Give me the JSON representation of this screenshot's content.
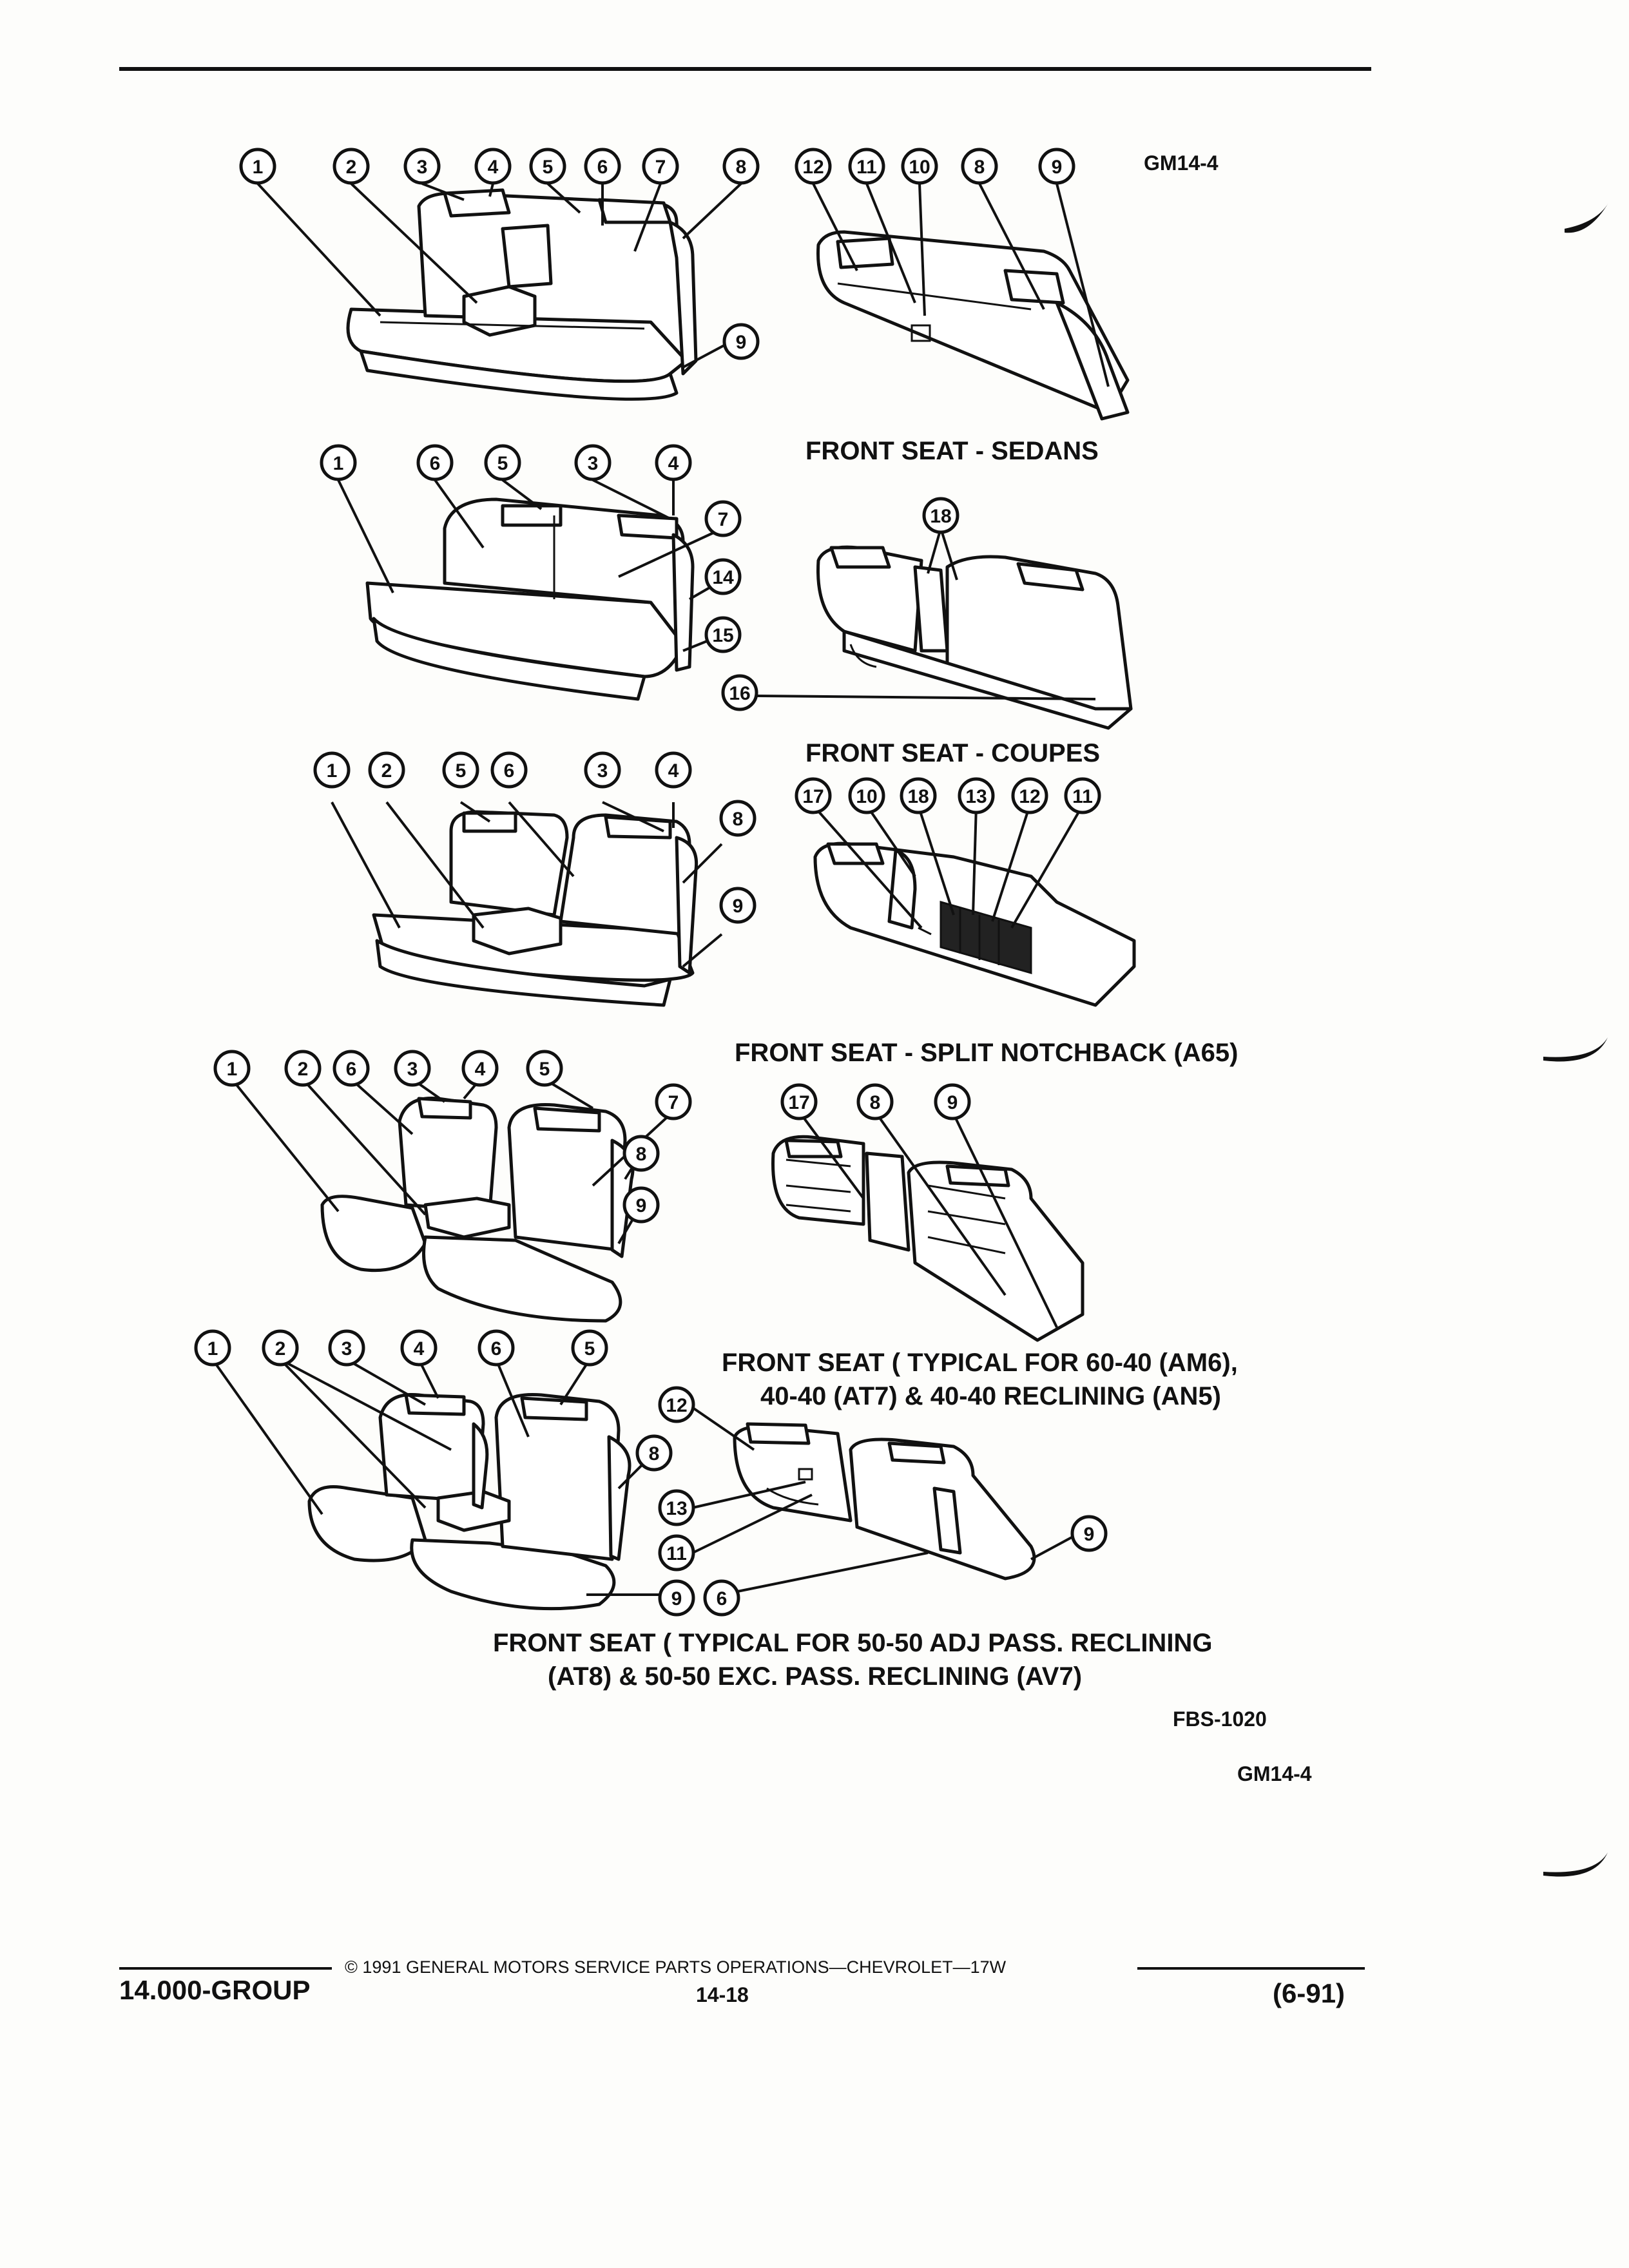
{
  "header": {
    "ref_top": "GM14-4"
  },
  "captions": {
    "sedans": "FRONT SEAT - SEDANS",
    "coupes": "FRONT SEAT - COUPES",
    "split_notchback": "FRONT SEAT - SPLIT NOTCHBACK (A65)",
    "typical_60_40_line1": "FRONT SEAT ( TYPICAL FOR 60-40 (AM6),",
    "typical_60_40_line2": "40-40 (AT7) & 40-40 RECLINING (AN5)",
    "typical_50_50_line1": "FRONT SEAT ( TYPICAL FOR 50-50 ADJ PASS. RECLINING",
    "typical_50_50_line2": "(AT8) & 50-50 EXC. PASS. RECLINING (AV7)"
  },
  "refs": {
    "fbs": "FBS-1020",
    "gm_bottom": "GM14-4"
  },
  "footer": {
    "copyright": "© 1991 GENERAL MOTORS SERVICE PARTS OPERATIONS—CHEVROLET—17W",
    "group": "14.000-GROUP",
    "page": "14-18",
    "date": "(6-91)"
  },
  "callouts": {
    "row1_left": [
      "1",
      "2",
      "3",
      "4",
      "5",
      "6",
      "7",
      "8",
      "9"
    ],
    "row1_right": [
      "12",
      "11",
      "10",
      "8",
      "9"
    ],
    "row2_left": [
      "1",
      "6",
      "5",
      "3",
      "4",
      "7",
      "14",
      "15",
      "16"
    ],
    "row2_right": [
      "18"
    ],
    "row3_left": [
      "1",
      "2",
      "5",
      "6",
      "3",
      "4",
      "8",
      "9"
    ],
    "row3_right": [
      "17",
      "10",
      "18",
      "13",
      "12",
      "11"
    ],
    "row4_left": [
      "1",
      "2",
      "6",
      "3",
      "4",
      "5",
      "7",
      "8",
      "9"
    ],
    "row4_right": [
      "17",
      "8",
      "9"
    ],
    "row5_left": [
      "1",
      "2",
      "3",
      "4",
      "6",
      "5"
    ],
    "row5_mid": [
      "12",
      "8",
      "13",
      "11",
      "9",
      "6"
    ],
    "row5_right": [
      "9"
    ]
  }
}
